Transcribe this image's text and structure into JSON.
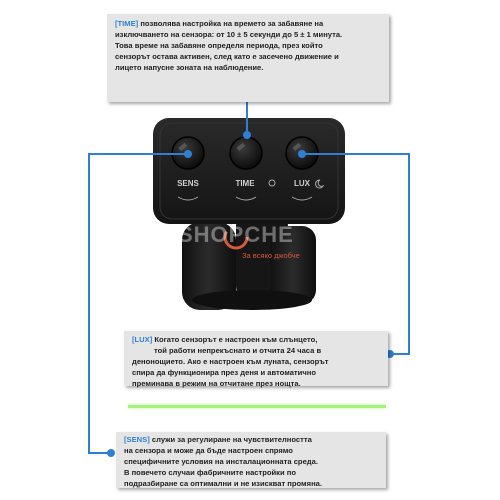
{
  "time_callout": {
    "tag": "[TIME]",
    "line1": "позволява настройка на времето за забавяне на",
    "line2": "изключването на сензора: от 10 ± 5 секунди до 5 ± 1 минута.",
    "line3": "Това време на забавяне определя периода, през който",
    "line4": "сензорът остава активен, след като е засечено движение и",
    "line5": "лицето напусне зоната на наблюдение."
  },
  "lux_callout": {
    "tag": "[LUX]",
    "line1": "Когато сензорът е настроен към слънцето,",
    "line2": "той работи непрекъснато и отчита 24 часа в",
    "line3": "денонощието. Ако е настроен към луната, сензорът",
    "line4": "спира да функционира през деня и автоматично",
    "line5": "преминава в режим на отчитане през нощта."
  },
  "sens_callout": {
    "tag": "[SENS]",
    "line1": "служи за регулиране на чувствителността",
    "line2": "на сензора и може да бъде настроен спрямо",
    "line3": "специфичните условия на инсталационната среда.",
    "line4": "В повечето случаи фабричните настройки по",
    "line5": "подразбиране са оптимални и не изискват промяна."
  },
  "device": {
    "knob_sens": "SENS",
    "knob_time": "TIME",
    "knob_lux": "LUX"
  },
  "brand": {
    "name": "SHOPCHE",
    "slogan": "За всяко джобче"
  },
  "colors": {
    "accent": "#2f7fd4",
    "callout_bg": "#e5e5e5",
    "divider": "#a6f27a"
  }
}
